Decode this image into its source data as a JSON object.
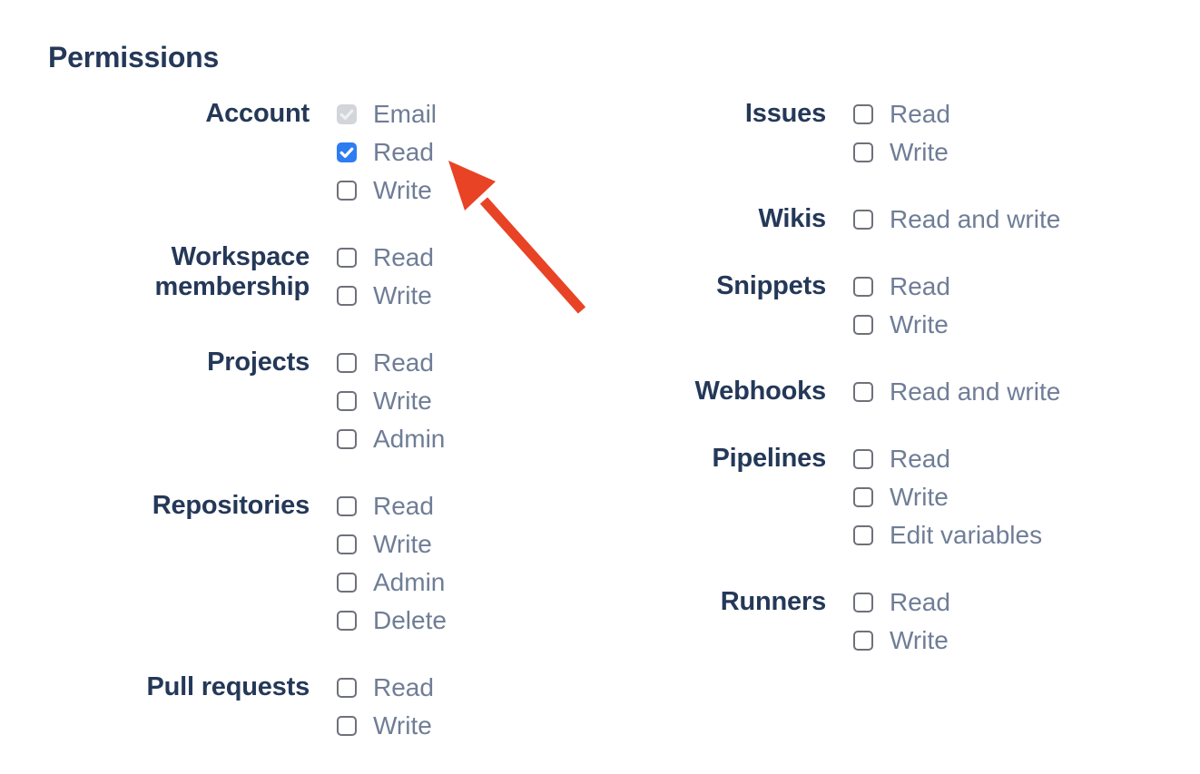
{
  "page": {
    "title": "Permissions"
  },
  "colors": {
    "heading_navy": "#243858",
    "option_grey": "#6F7D96",
    "checkbox_border": "#6E717A",
    "checkbox_checked_blue": "#2E7CF2",
    "checkbox_disabled_bg": "#D2D5DA",
    "checkbox_disabled_check": "#EEF0F2",
    "arrow_red": "#E84325"
  },
  "columns": [
    {
      "name": "left",
      "groups": [
        {
          "label": "Account",
          "options": [
            {
              "label": "Email",
              "state": "checked-disabled"
            },
            {
              "label": "Read",
              "state": "checked"
            },
            {
              "label": "Write",
              "state": "unchecked"
            }
          ]
        },
        {
          "label": "Workspace membership",
          "options": [
            {
              "label": "Read",
              "state": "unchecked"
            },
            {
              "label": "Write",
              "state": "unchecked"
            }
          ]
        },
        {
          "label": "Projects",
          "options": [
            {
              "label": "Read",
              "state": "unchecked"
            },
            {
              "label": "Write",
              "state": "unchecked"
            },
            {
              "label": "Admin",
              "state": "unchecked"
            }
          ]
        },
        {
          "label": "Repositories",
          "options": [
            {
              "label": "Read",
              "state": "unchecked"
            },
            {
              "label": "Write",
              "state": "unchecked"
            },
            {
              "label": "Admin",
              "state": "unchecked"
            },
            {
              "label": "Delete",
              "state": "unchecked"
            }
          ]
        },
        {
          "label": "Pull requests",
          "options": [
            {
              "label": "Read",
              "state": "unchecked"
            },
            {
              "label": "Write",
              "state": "unchecked"
            }
          ]
        }
      ]
    },
    {
      "name": "right",
      "groups": [
        {
          "label": "Issues",
          "options": [
            {
              "label": "Read",
              "state": "unchecked"
            },
            {
              "label": "Write",
              "state": "unchecked"
            }
          ]
        },
        {
          "label": "Wikis",
          "options": [
            {
              "label": "Read and write",
              "state": "unchecked"
            }
          ]
        },
        {
          "label": "Snippets",
          "options": [
            {
              "label": "Read",
              "state": "unchecked"
            },
            {
              "label": "Write",
              "state": "unchecked"
            }
          ]
        },
        {
          "label": "Webhooks",
          "options": [
            {
              "label": "Read and write",
              "state": "unchecked"
            }
          ]
        },
        {
          "label": "Pipelines",
          "options": [
            {
              "label": "Read",
              "state": "unchecked"
            },
            {
              "label": "Write",
              "state": "unchecked"
            },
            {
              "label": "Edit variables",
              "state": "unchecked"
            }
          ]
        },
        {
          "label": "Runners",
          "options": [
            {
              "label": "Read",
              "state": "unchecked"
            },
            {
              "label": "Write",
              "state": "unchecked"
            }
          ]
        }
      ]
    }
  ],
  "annotation": {
    "type": "arrow",
    "color": "#E84325",
    "points_at": "checkbox-account-read"
  }
}
